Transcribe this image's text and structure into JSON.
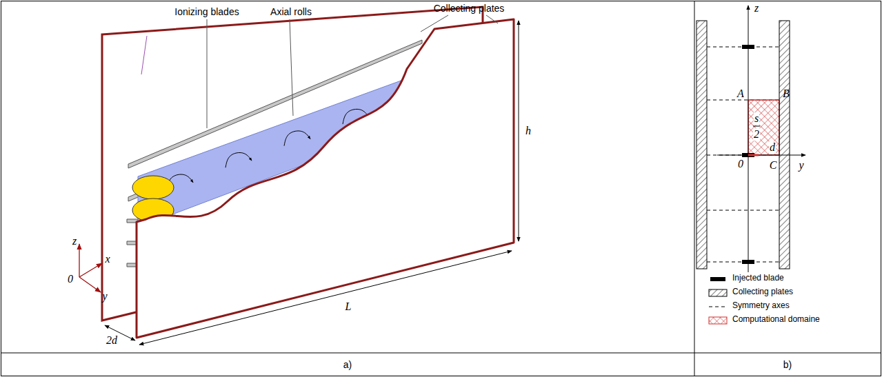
{
  "diagram": {
    "labels": [
      "Collecting plates",
      "Ionizing blades",
      "Axial rolls",
      "z",
      "x",
      "0",
      "y",
      "h",
      "L",
      "2d",
      "a)",
      "z",
      "A",
      "B",
      "s",
      "2",
      "d",
      "0",
      "C",
      "y",
      "b)"
    ],
    "legend": [
      {
        "text": "Injected blade",
        "color": "#000000"
      },
      {
        "text": "Collecting plates"
      },
      {
        "text": "Symmetry axes"
      },
      {
        "text": "Computational domaine"
      }
    ]
  }
}
